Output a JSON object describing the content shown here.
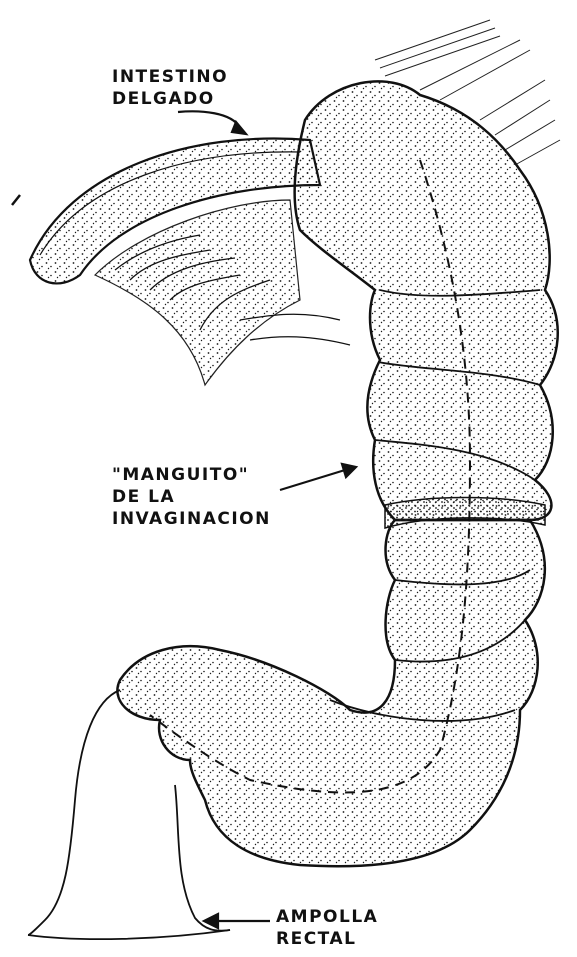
{
  "colors": {
    "ink": "#111111",
    "paper": "#ffffff",
    "stipple": "#1a1a1a"
  },
  "labels": {
    "intestino_delgado": {
      "line1": "INTESTINO",
      "line2": "DELGADO"
    },
    "manguito": {
      "line1": "\"MANGUITO\"",
      "line2": "DE  LA",
      "line3": "INVAGINACION"
    },
    "ampolla_rectal": {
      "line1": "AMPOLLA",
      "line2": "RECTAL"
    }
  }
}
